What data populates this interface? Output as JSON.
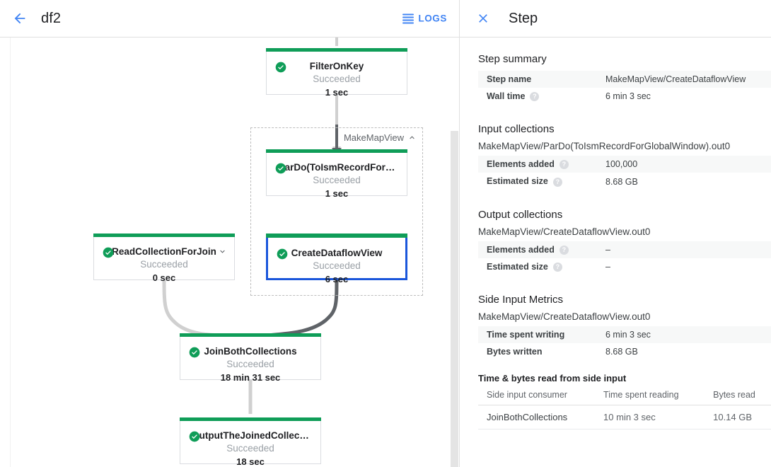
{
  "header": {
    "back_icon": "arrow-back-icon",
    "job_title": "df2",
    "logs_label": "LOGS",
    "logs_icon": "logs-list-icon"
  },
  "graph": {
    "composite": {
      "label": "MakeMapView",
      "collapse_icon": "chevron-up-icon"
    },
    "nodes": [
      {
        "id": "FilterOnKey",
        "title": "FilterOnKey",
        "status": "Succeeded",
        "time": "1 sec",
        "status_color": "#0f9d58",
        "selected": false,
        "has_chevron": false
      },
      {
        "id": "ParDo",
        "title": "ParDo(ToIsmRecordFor…",
        "status": "Succeeded",
        "time": "1 sec",
        "status_color": "#0f9d58",
        "selected": false,
        "has_chevron": false
      },
      {
        "id": "CreateDataflowView",
        "title": "CreateDataflowView",
        "status": "Succeeded",
        "time": "6 sec",
        "status_color": "#0f9d58",
        "selected": true,
        "has_chevron": false
      },
      {
        "id": "ReadCollectionForJoin",
        "title": "ReadCollectionForJoin",
        "status": "Succeeded",
        "time": "0 sec",
        "status_color": "#0f9d58",
        "selected": false,
        "has_chevron": true
      },
      {
        "id": "JoinBothCollections",
        "title": "JoinBothCollections",
        "status": "Succeeded",
        "time": "18 min 31 sec",
        "status_color": "#0f9d58",
        "selected": false,
        "has_chevron": false
      },
      {
        "id": "OutputTheJoinedCollection",
        "title": "OutputTheJoinedCollec…",
        "status": "Succeeded",
        "time": "18 sec",
        "status_color": "#0f9d58",
        "selected": false,
        "has_chevron": false
      }
    ]
  },
  "panel": {
    "close_icon": "close-icon",
    "title": "Step",
    "step_summary": {
      "heading": "Step summary",
      "rows": [
        {
          "key": "Step name",
          "value": "MakeMapView/CreateDataflowView",
          "help": false
        },
        {
          "key": "Wall time",
          "value": "6 min 3 sec",
          "help": true
        }
      ]
    },
    "input_collections": {
      "heading": "Input collections",
      "collection": "MakeMapView/ParDo(ToIsmRecordForGlobalWindow).out0",
      "rows": [
        {
          "key": "Elements added",
          "value": "100,000",
          "help": true
        },
        {
          "key": "Estimated size",
          "value": "8.68 GB",
          "help": true
        }
      ]
    },
    "output_collections": {
      "heading": "Output collections",
      "collection": "MakeMapView/CreateDataflowView.out0",
      "rows": [
        {
          "key": "Elements added",
          "value": "–",
          "help": true
        },
        {
          "key": "Estimated size",
          "value": "–",
          "help": true
        }
      ]
    },
    "side_input_metrics": {
      "heading": "Side Input Metrics",
      "collection": "MakeMapView/CreateDataflowView.out0",
      "rows": [
        {
          "key": "Time spent writing",
          "value": "6 min 3 sec",
          "help": false
        },
        {
          "key": "Bytes written",
          "value": "8.68 GB",
          "help": false
        }
      ],
      "sub_heading": "Time & bytes read from side input",
      "columns": [
        "Side input consumer",
        "Time spent reading",
        "Bytes read"
      ],
      "rows_table": [
        {
          "consumer": "JoinBothCollections",
          "time": "10 min 3 sec",
          "bytes": "10.14 GB"
        }
      ]
    }
  },
  "colors": {
    "accent": "#4285f4",
    "success": "#0f9d58",
    "selected_border": "#1a56db",
    "edge_light": "#d0d0d0",
    "edge_dark": "#5f6368"
  }
}
